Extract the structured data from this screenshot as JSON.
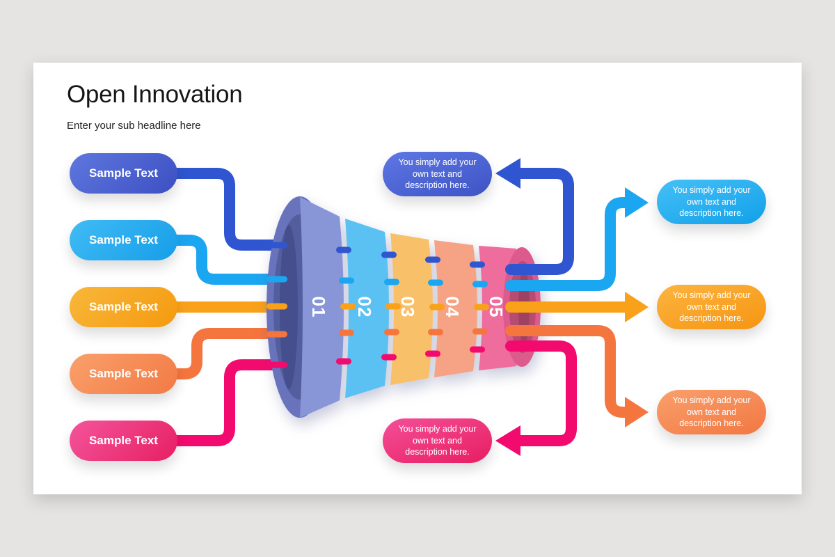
{
  "page": {
    "background": "#e5e4e3"
  },
  "card": {
    "background": "#ffffff"
  },
  "header": {
    "title": "Open Innovation",
    "subtitle": "Enter your sub headline here"
  },
  "pills": [
    {
      "label": "Sample Text",
      "color_from": "#5e77dd",
      "color_to": "#3d4fc3"
    },
    {
      "label": "Sample Text",
      "color_from": "#41bbf5",
      "color_to": "#169ee8"
    },
    {
      "label": "Sample Text",
      "color_from": "#f9b73a",
      "color_to": "#f49a0f"
    },
    {
      "label": "Sample Text",
      "color_from": "#f9a06b",
      "color_to": "#f37a45"
    },
    {
      "label": "Sample Text",
      "color_from": "#f4549b",
      "color_to": "#e71f62"
    }
  ],
  "streams": [
    {
      "name": "blue",
      "color": "#2f56d0"
    },
    {
      "name": "light-blue",
      "color": "#1ba6f2"
    },
    {
      "name": "orange",
      "color": "#f9a119"
    },
    {
      "name": "deep-orange",
      "color": "#f5753e"
    },
    {
      "name": "pink",
      "color": "#f30a6e"
    }
  ],
  "funnel": {
    "mouth_outer": "#6873bc",
    "mouth_inner": "#535e9e",
    "mouth_lens": "#454f8e",
    "cap_outer": "#dd5b8c",
    "cap_inner": "#b74b72",
    "cap_lens": "#9f4163",
    "segments": [
      {
        "number": "01",
        "fill": "#8895d7"
      },
      {
        "number": "02",
        "fill": "#5bc1f3"
      },
      {
        "number": "03",
        "fill": "#f9c06a"
      },
      {
        "number": "04",
        "fill": "#f5a384"
      },
      {
        "number": "05",
        "fill": "#ef6d9d"
      }
    ]
  },
  "callouts": [
    {
      "position": "top-middle",
      "text": "You simply add your\nown text and\ndescription here.",
      "color_from": "#5e78e4",
      "color_to": "#3e53c5"
    },
    {
      "position": "top-right",
      "text": "You simply add your\nown text and\ndescription here.",
      "color_from": "#45c0f7",
      "color_to": "#12a0e9"
    },
    {
      "position": "middle-right",
      "text": "You simply add your\nown text and\ndescription here.",
      "color_from": "#fcb440",
      "color_to": "#f69511"
    },
    {
      "position": "bottom-right",
      "text": "You simply add your\nown text and\ndescription here.",
      "color_from": "#f9a06c",
      "color_to": "#f27742"
    },
    {
      "position": "bottom-middle",
      "text": "You simply add your\nown text and\ndescription here.",
      "color_from": "#f44f98",
      "color_to": "#e81d61"
    }
  ]
}
